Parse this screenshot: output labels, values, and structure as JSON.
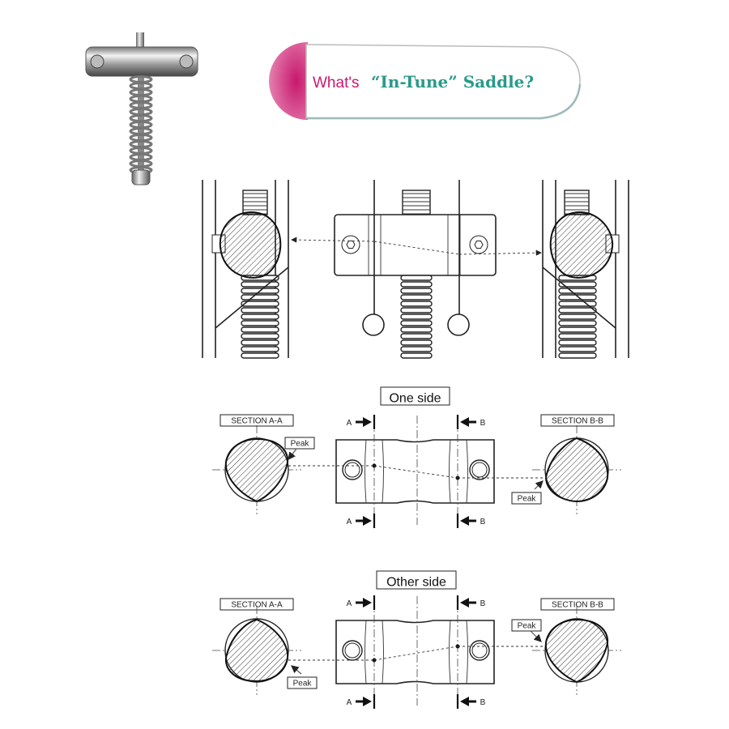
{
  "banner": {
    "prefix": "What's",
    "highlight": "“In-Tune” Saddle?",
    "colors": {
      "pink": "#c8186e",
      "teal": "#2a9a8a"
    }
  },
  "product_photo": {
    "icon": "saddle-photo"
  },
  "diagram_top": {
    "arrows": "section-pointer-arrows"
  },
  "views": [
    {
      "heading": "One side",
      "section_a": "SECTION  A-A",
      "section_b": "SECTION  B-B",
      "peak_a": "Peak",
      "peak_b": "Peak",
      "cut_a": "A",
      "cut_b": "B"
    },
    {
      "heading": "Other side",
      "section_a": "SECTION  A-A",
      "section_b": "SECTION  B-B",
      "peak_a": "Peak",
      "peak_b": "Peak",
      "cut_a": "A",
      "cut_b": "B"
    }
  ]
}
